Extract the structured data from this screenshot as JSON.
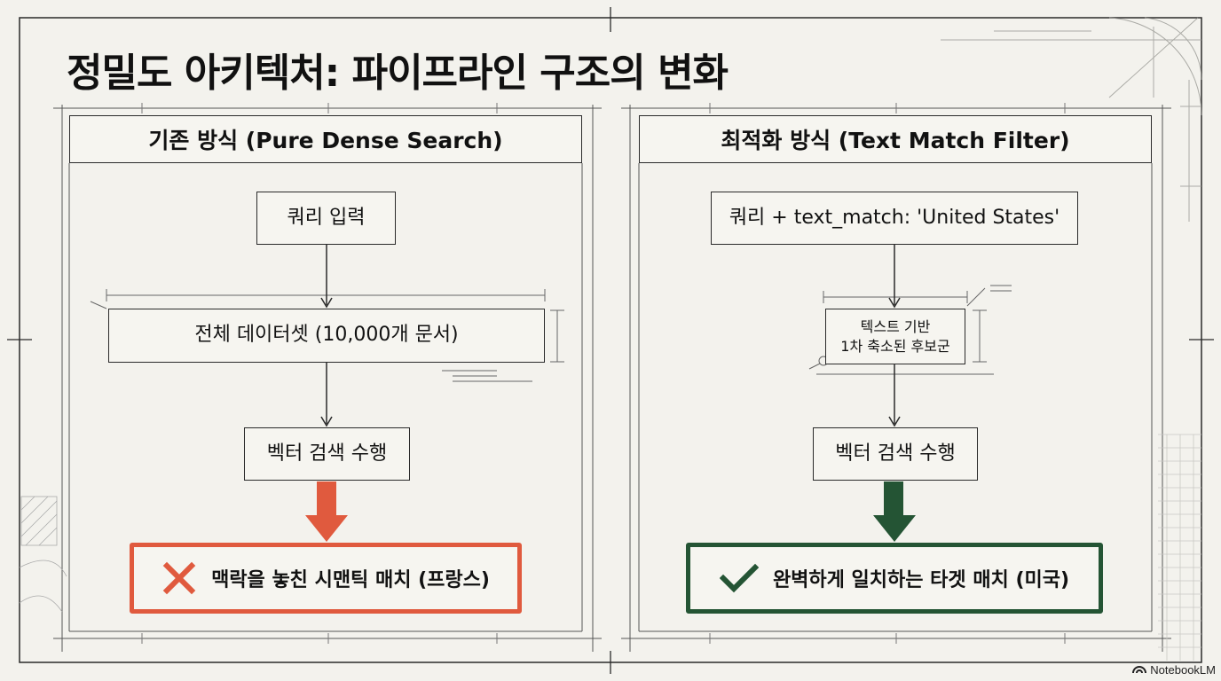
{
  "title": "정밀도 아키텍처: 파이프라인 구조의 변화",
  "colors": {
    "background": "#f3f2ed",
    "bad_accent": "#e05a3e",
    "good_accent": "#245434",
    "line": "#2a2a2a"
  },
  "left": {
    "header": "기존 방식 (Pure Dense Search)",
    "step1": "쿼리 입력",
    "step2": "전체 데이터셋 (10,000개 문서)",
    "step3": "벡터 검색 수행",
    "result": "맥락을 놓친 시맨틱 매치 (프랑스)",
    "result_icon": "cross-icon"
  },
  "right": {
    "header": "최적화 방식 (Text Match Filter)",
    "step1": "쿼리 + text_match: 'United States'",
    "step2_line1": "텍스트 기반",
    "step2_line2": "1차 축소된 후보군",
    "step3": "벡터 검색 수행",
    "result": "완벽하게 일치하는 타겟 매치 (미국)",
    "result_icon": "check-icon"
  },
  "brand": "NotebookLM"
}
